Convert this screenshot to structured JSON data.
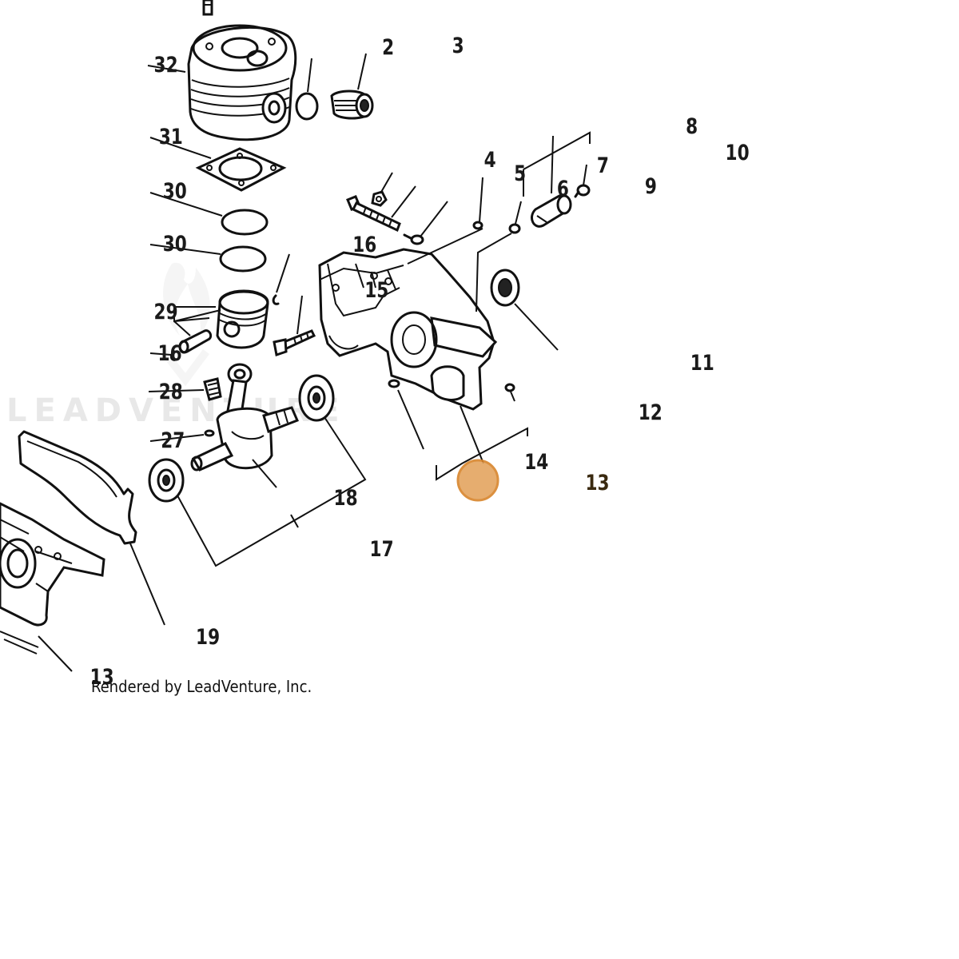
{
  "diagram": {
    "watermark": "LEADVENTURE",
    "credit": "Rendered by LeadVenture, Inc.",
    "selected_callout": "13",
    "selection_color": "#e4a560",
    "callouts": [
      {
        "id": "c32",
        "label": "32"
      },
      {
        "id": "c2",
        "label": "2"
      },
      {
        "id": "c3",
        "label": "3"
      },
      {
        "id": "c31",
        "label": "31"
      },
      {
        "id": "c30a",
        "label": "30"
      },
      {
        "id": "c30b",
        "label": "30"
      },
      {
        "id": "c16a",
        "label": "16"
      },
      {
        "id": "c15",
        "label": "15"
      },
      {
        "id": "c29",
        "label": "29"
      },
      {
        "id": "c16b",
        "label": "16"
      },
      {
        "id": "c28",
        "label": "28"
      },
      {
        "id": "c27",
        "label": "27"
      },
      {
        "id": "c18",
        "label": "18"
      },
      {
        "id": "c17",
        "label": "17"
      },
      {
        "id": "c19",
        "label": "19"
      },
      {
        "id": "c13a",
        "label": "13"
      },
      {
        "id": "c4",
        "label": "4"
      },
      {
        "id": "c5",
        "label": "5"
      },
      {
        "id": "c6",
        "label": "6"
      },
      {
        "id": "c7",
        "label": "7"
      },
      {
        "id": "c8",
        "label": "8"
      },
      {
        "id": "c9",
        "label": "9"
      },
      {
        "id": "c10",
        "label": "10"
      },
      {
        "id": "c11",
        "label": "11"
      },
      {
        "id": "c12",
        "label": "12"
      },
      {
        "id": "c14",
        "label": "14"
      },
      {
        "id": "c13b",
        "label": "13"
      }
    ]
  }
}
